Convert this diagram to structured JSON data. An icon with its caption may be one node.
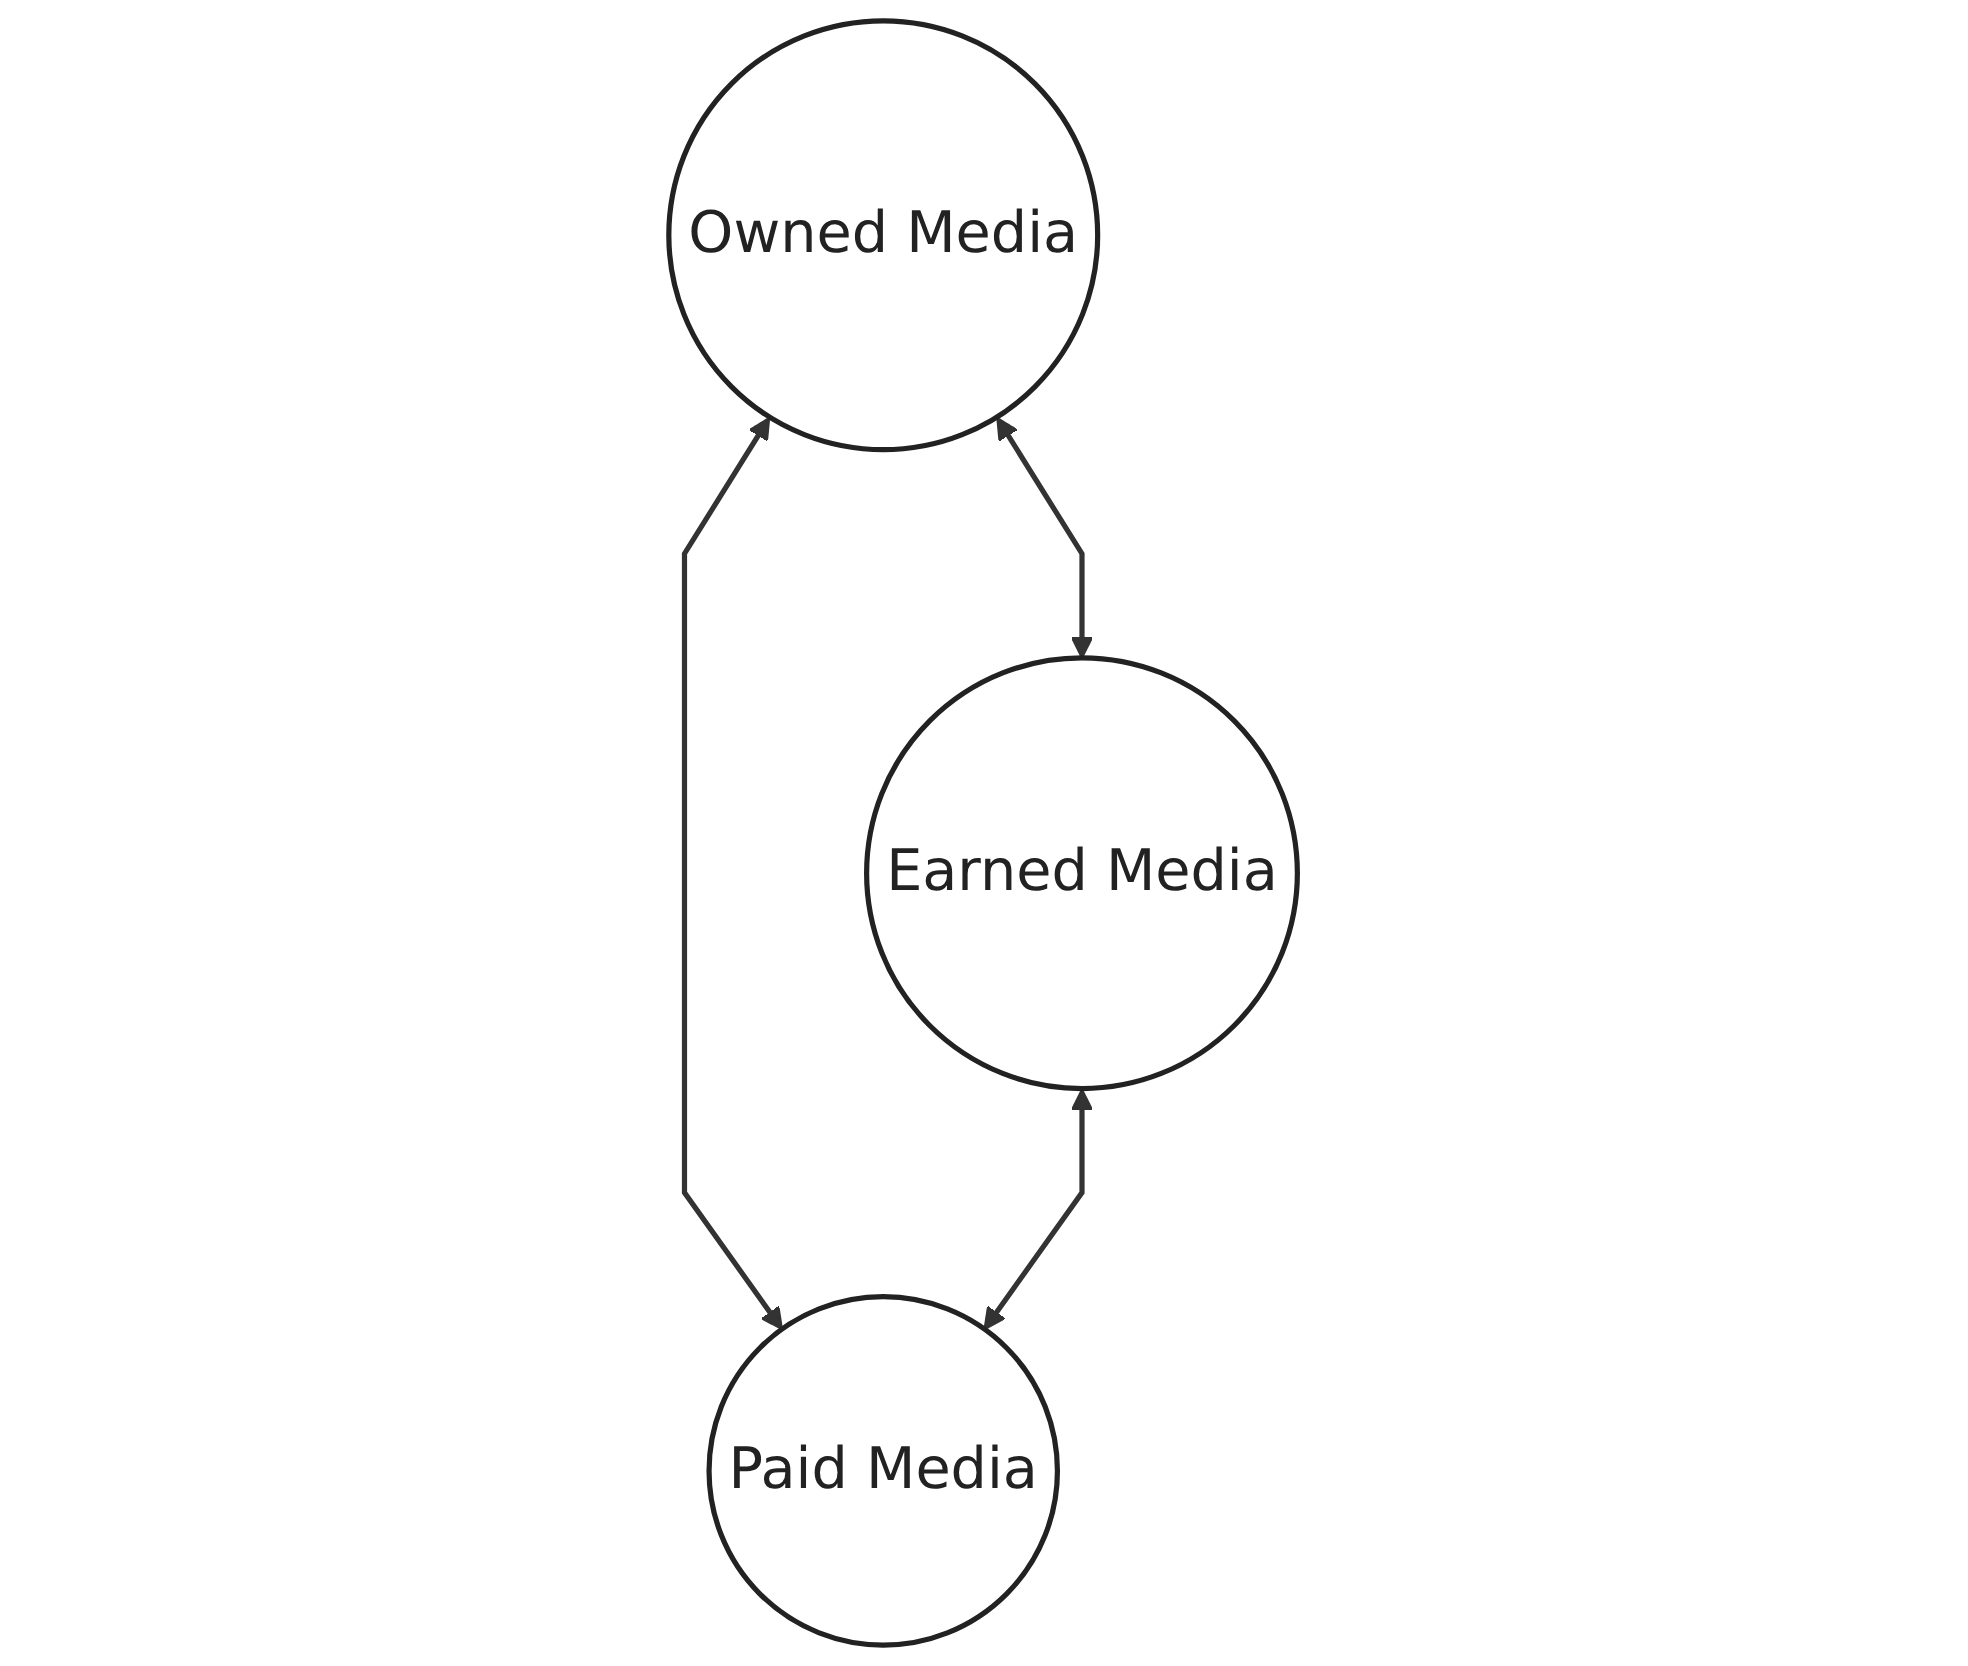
{
  "diagram": {
    "nodes": [
      {
        "text": [
          "Owned Media"
        ]
      },
      {
        "text": [
          "Earned Media"
        ]
      },
      {
        "text": [
          "Paid Media"
        ]
      }
    ],
    "edges": [
      {
        "from": 0,
        "to": 1,
        "arrow": "both"
      },
      {
        "from": 0,
        "to": 2,
        "arrow": "both"
      },
      {
        "from": 1,
        "to": 2,
        "arrow": "both"
      }
    ]
  }
}
